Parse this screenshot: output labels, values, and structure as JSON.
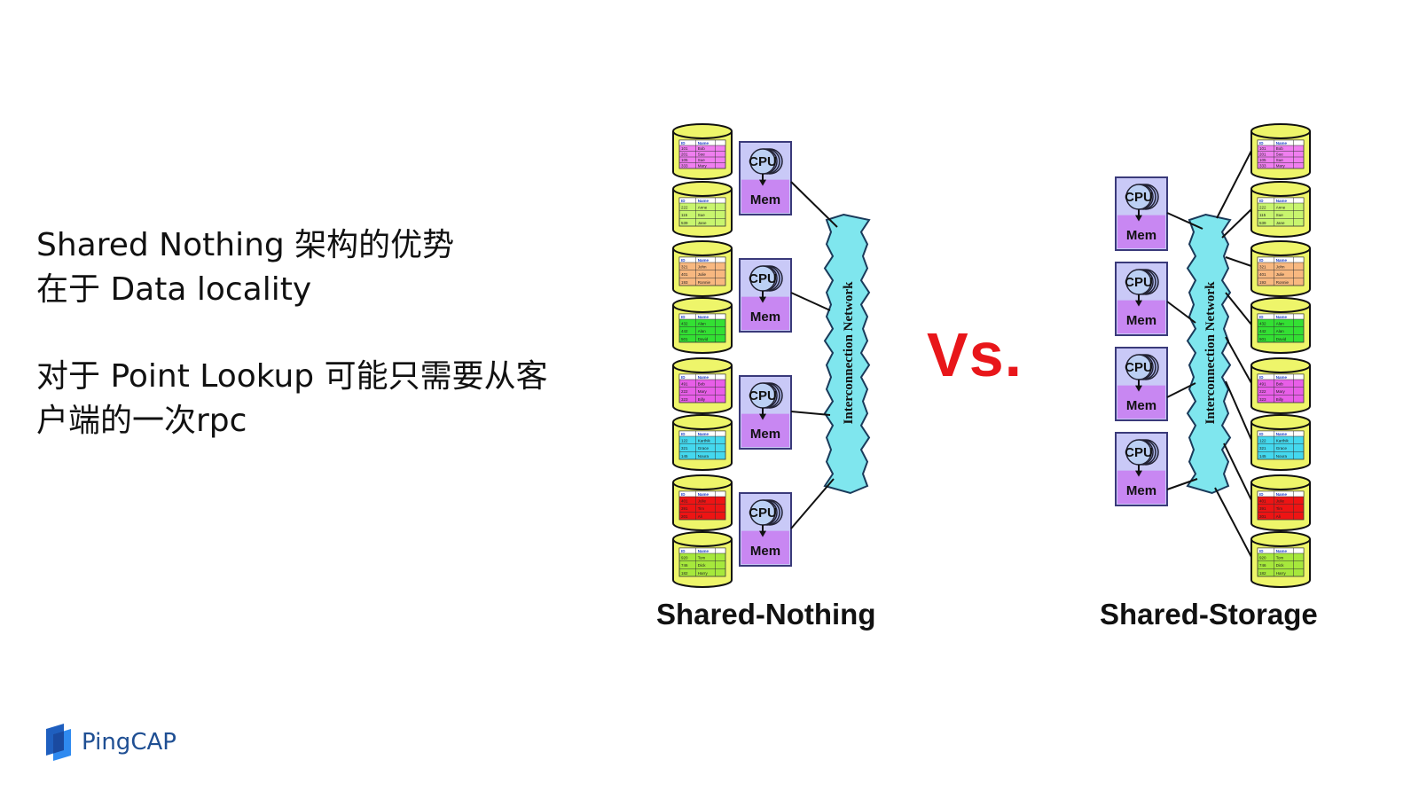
{
  "text": {
    "para1": [
      "Shared Nothing 架构的优势",
      "在于 Data locality"
    ],
    "para2": [
      "对于 Point Lookup 可能只需要从客",
      "户端的一次rpc"
    ]
  },
  "vs_label": "Vs.",
  "left_diagram": {
    "caption": "Shared-Nothing",
    "network_label": "Interconnection Network",
    "nodes": [
      {
        "cpu": "CPU",
        "mem": "Mem"
      },
      {
        "cpu": "CPU",
        "mem": "Mem"
      },
      {
        "cpu": "CPU",
        "mem": "Mem"
      },
      {
        "cpu": "CPU",
        "mem": "Mem"
      }
    ],
    "disks": [
      {
        "color": "#f07ef0",
        "header": [
          "ID",
          "Name"
        ],
        "rows": [
          [
            "101",
            "Bob"
          ],
          [
            "201",
            "Sue"
          ],
          [
            "105",
            "Sue"
          ],
          [
            "333",
            "Mary"
          ]
        ]
      },
      {
        "color": "#c8f56e",
        "header": [
          "ID",
          "Name"
        ],
        "rows": [
          [
            "222",
            "Anne"
          ],
          [
            "115",
            "Sue"
          ],
          [
            "539",
            "Jane"
          ]
        ]
      },
      {
        "color": "#f8b880",
        "header": [
          "ID",
          "Name"
        ],
        "rows": [
          [
            "321",
            "John"
          ],
          [
            "401",
            "Julie"
          ],
          [
            "193",
            "Ronnie"
          ]
        ]
      },
      {
        "color": "#33e033",
        "header": [
          "ID",
          "Name"
        ],
        "rows": [
          [
            "432",
            "Alan"
          ],
          [
            "442",
            "Alan"
          ],
          [
            "501",
            "David"
          ]
        ]
      },
      {
        "color": "#e85ee8",
        "header": [
          "ID",
          "Name"
        ],
        "rows": [
          [
            "491",
            "Bob"
          ],
          [
            "222",
            "Mary"
          ],
          [
            "323",
            "Billy"
          ]
        ]
      },
      {
        "color": "#44d8ee",
        "header": [
          "ID",
          "Name"
        ],
        "rows": [
          [
            "122",
            "Karthik"
          ],
          [
            "321",
            "Grace"
          ],
          [
            "145",
            "Noura"
          ]
        ]
      },
      {
        "color": "#ee1414",
        "header": [
          "ID",
          "Name"
        ],
        "rows": [
          [
            "401",
            "Julie"
          ],
          [
            "391",
            "Tim"
          ],
          [
            "201",
            "Ali"
          ]
        ]
      },
      {
        "color": "#a6e83c",
        "header": [
          "ID",
          "Name"
        ],
        "rows": [
          [
            "920",
            "Tom"
          ],
          [
            "746",
            "Dick"
          ],
          [
            "182",
            "Harry"
          ]
        ]
      }
    ]
  },
  "right_diagram": {
    "caption": "Shared-Storage",
    "network_label": "Interconnection Network",
    "nodes": [
      {
        "cpu": "CPU",
        "mem": "Mem"
      },
      {
        "cpu": "CPU",
        "mem": "Mem"
      },
      {
        "cpu": "CPU",
        "mem": "Mem"
      },
      {
        "cpu": "CPU",
        "mem": "Mem"
      }
    ],
    "disks": [
      {
        "color": "#f07ef0",
        "header": [
          "ID",
          "Name"
        ],
        "rows": [
          [
            "101",
            "Bob"
          ],
          [
            "201",
            "Sue"
          ],
          [
            "105",
            "Sue"
          ],
          [
            "333",
            "Mary"
          ]
        ]
      },
      {
        "color": "#c8f56e",
        "header": [
          "ID",
          "Name"
        ],
        "rows": [
          [
            "222",
            "Anne"
          ],
          [
            "115",
            "Sue"
          ],
          [
            "539",
            "Jane"
          ]
        ]
      },
      {
        "color": "#f8b880",
        "header": [
          "ID",
          "Name"
        ],
        "rows": [
          [
            "321",
            "John"
          ],
          [
            "401",
            "Julie"
          ],
          [
            "193",
            "Ronnie"
          ]
        ]
      },
      {
        "color": "#33e033",
        "header": [
          "ID",
          "Name"
        ],
        "rows": [
          [
            "432",
            "Alan"
          ],
          [
            "442",
            "Alan"
          ],
          [
            "501",
            "David"
          ]
        ]
      },
      {
        "color": "#e85ee8",
        "header": [
          "ID",
          "Name"
        ],
        "rows": [
          [
            "491",
            "Bob"
          ],
          [
            "222",
            "Mary"
          ],
          [
            "323",
            "Billy"
          ]
        ]
      },
      {
        "color": "#44d8ee",
        "header": [
          "ID",
          "Name"
        ],
        "rows": [
          [
            "122",
            "Karthik"
          ],
          [
            "321",
            "Grace"
          ],
          [
            "145",
            "Noura"
          ]
        ]
      },
      {
        "color": "#ee1414",
        "header": [
          "ID",
          "Name"
        ],
        "rows": [
          [
            "401",
            "Julie"
          ],
          [
            "391",
            "Tim"
          ],
          [
            "201",
            "Ali"
          ]
        ]
      },
      {
        "color": "#a6e83c",
        "header": [
          "ID",
          "Name"
        ],
        "rows": [
          [
            "920",
            "Tom"
          ],
          [
            "746",
            "Dick"
          ],
          [
            "182",
            "Harry"
          ]
        ]
      }
    ]
  },
  "logo": {
    "brand": "PingCAP",
    "icon": "pingcap-logo-icon"
  },
  "colors": {
    "vs": "#e8161a",
    "network": "#7fe6ee",
    "cpu_box": "#c9c9f7",
    "mem_box": "#c887f2",
    "cylinder": "#eef56a",
    "text": "#111111",
    "brand": "#1f4f93"
  }
}
